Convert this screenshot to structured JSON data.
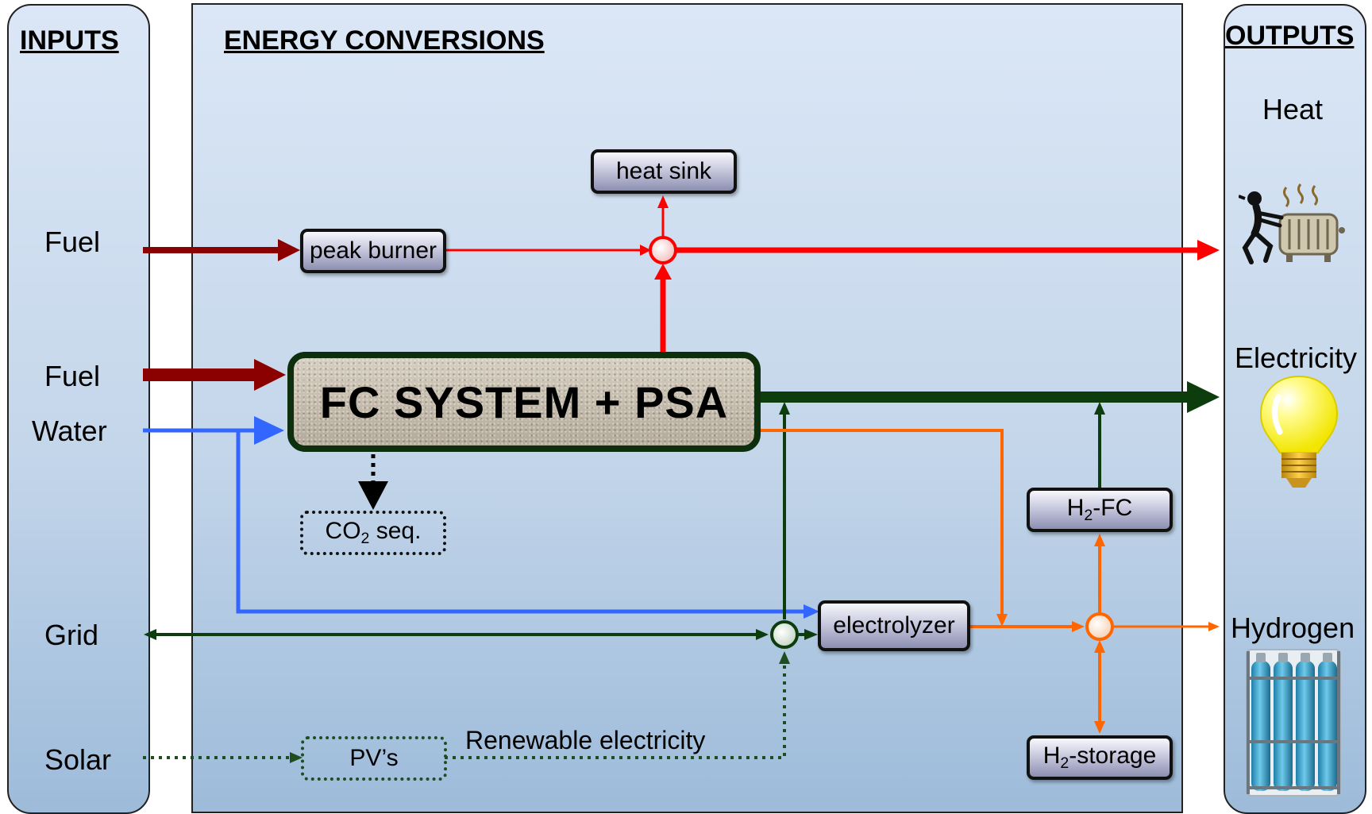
{
  "headers": {
    "inputs": "INPUTS",
    "conversions": "ENERGY CONVERSIONS",
    "outputs": "OUTPUTS"
  },
  "inputs": {
    "fuel_1": "Fuel",
    "fuel_2": "Fuel",
    "water": "Water",
    "grid": "Grid",
    "solar": "Solar"
  },
  "components": {
    "fc_system": "FC SYSTEM + PSA",
    "peak_burner": "peak burner",
    "heat_sink": "heat sink",
    "co2_main": "CO",
    "co2_sub": "2",
    "co2_rest": " seq.",
    "pvs": "PV’s",
    "electrolyzer": "electrolyzer",
    "h2fc_main": "H",
    "h2fc_sub": "2",
    "h2fc_rest": "-FC",
    "h2storage_main": "H",
    "h2storage_sub": "2",
    "h2storage_rest": "-storage"
  },
  "labels": {
    "renewable": "Renewable electricity"
  },
  "outputs": {
    "heat": "Heat",
    "electricity": "Electricity",
    "hydrogen": "Hydrogen"
  },
  "icons": {
    "heat": "person-at-radiator-icon",
    "electricity": "light-bulb-icon",
    "hydrogen": "gas-cylinder-rack-icon"
  },
  "colors": {
    "fuel": "#8b0000",
    "heat": "#ff0000",
    "electricity": "#0d3d0d",
    "water": "#3366ff",
    "hydrogen": "#ff6600",
    "solar": "#1e4d1e"
  }
}
